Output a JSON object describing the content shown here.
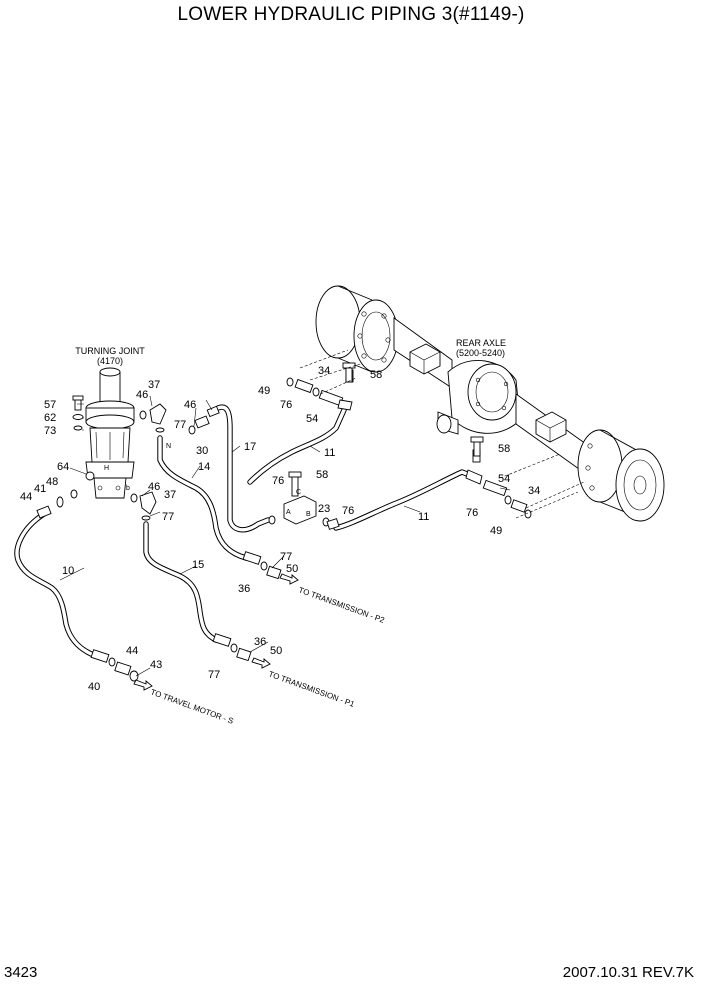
{
  "title": "LOWER HYDRAULIC PIPING 3(#1149-)",
  "footer": {
    "page": "3423",
    "revision": "2007.10.31  REV.7K"
  },
  "assemblies": {
    "turning_joint": {
      "line1": "TURNING JOINT",
      "line2": "(4170)"
    },
    "rear_axle": {
      "line1": "REAR AXLE",
      "line2": "(5200-5240)"
    }
  },
  "destinations": {
    "transmission_p2": "TO TRANSMISSION - P2",
    "transmission_p1": "TO TRANSMISSION - P1",
    "travel_motor_s": "TO TRAVEL MOTOR - S"
  },
  "callouts": [
    "57",
    "62",
    "73",
    "64",
    "44",
    "41",
    "48",
    "46",
    "37",
    "46",
    "77",
    "30",
    "46",
    "37",
    "77",
    "10",
    "44",
    "43",
    "40",
    "15",
    "36",
    "50",
    "77",
    "14",
    "17",
    "77",
    "50",
    "36",
    "76",
    "58",
    "23",
    "76",
    "49",
    "34",
    "76",
    "54",
    "58",
    "11",
    "11",
    "58",
    "54",
    "34",
    "76",
    "49"
  ],
  "port_marks": [
    "H",
    "N",
    "b",
    "C",
    "A",
    "B"
  ]
}
